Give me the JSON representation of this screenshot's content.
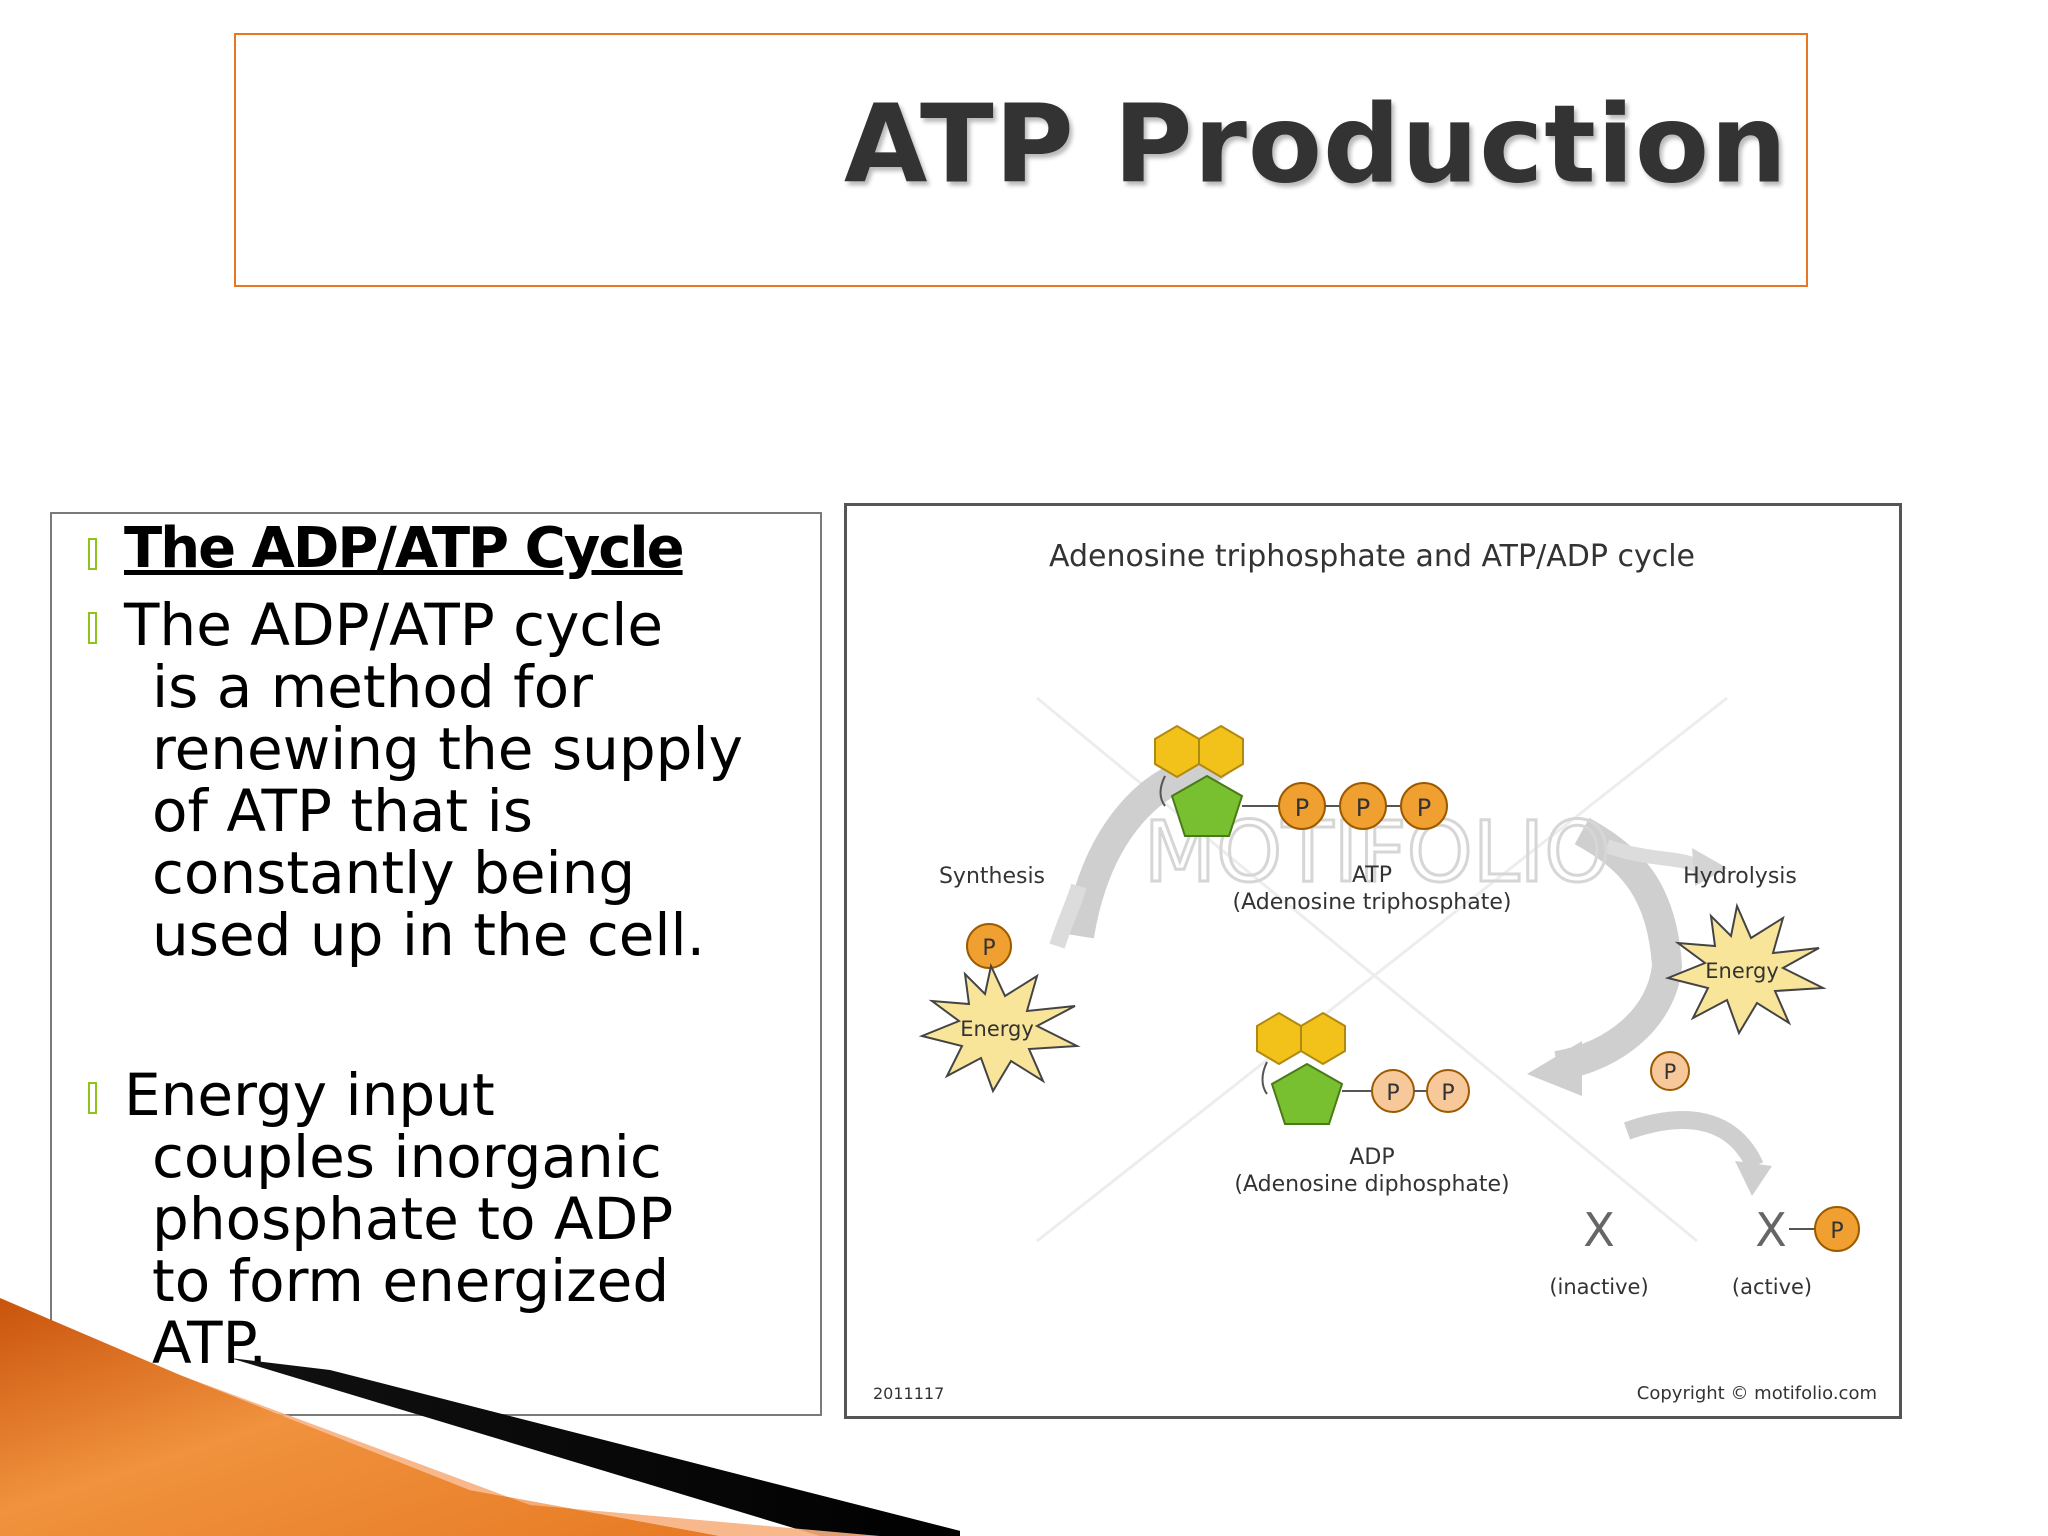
{
  "slide": {
    "title": "ATP Production",
    "heading": "The ADP/ATP Cycle",
    "bullet1": [
      "The ADP/ATP cycle",
      "is a method for",
      "renewing the supply",
      "of ATP that is",
      "constantly being",
      "used up in the cell."
    ],
    "bullet2": [
      "Energy input",
      "couples inorganic",
      "phosphate to ADP",
      "to form energized",
      "ATP."
    ]
  },
  "diagram": {
    "title": "Adenosine triphosphate and ATP/ADP cycle",
    "synthesis": "Synthesis",
    "hydrolysis": "Hydrolysis",
    "energy": "Energy",
    "p": "P",
    "atp": "ATP",
    "atp_full": "(Adenosine triphosphate)",
    "adp": "ADP",
    "adp_full": "(Adenosine diphosphate)",
    "x": "X",
    "inactive": "(inactive)",
    "active": "(active)",
    "watermark": "MOTIFOLIO",
    "id": "2011117",
    "copyright": "Copyright © motifolio.com"
  },
  "colors": {
    "accent": "#e87722",
    "bullet": "#8dc21f",
    "phosphate": "#f0a030",
    "phosphate_light": "#f6c89a",
    "hexagon": "#f2c21a",
    "pentagon": "#78c030",
    "star": "#f9e59a"
  }
}
